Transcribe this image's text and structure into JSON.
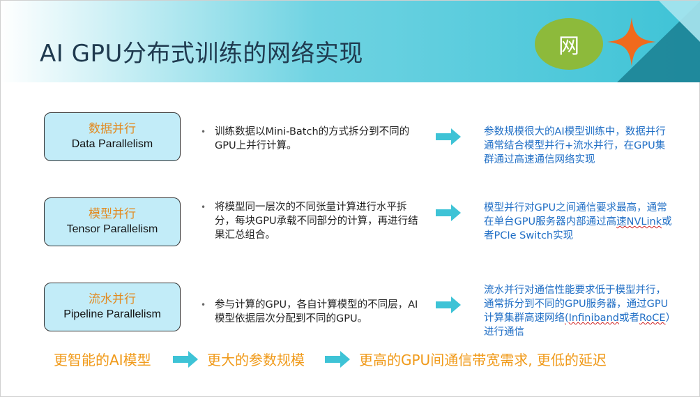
{
  "title": "AI GPU分布式训练的网络实现",
  "badge_text": "网",
  "colors": {
    "header_gradient_end": "#3ec3d6",
    "badge": "#8dba3b",
    "star": "#f06a1c",
    "pill_fill": "#c2ecf8",
    "pill_cn_text": "#e28a20",
    "note_text": "#1f6ec5",
    "bottom_text": "#f09a1a",
    "arrow": "#3ec3d6"
  },
  "rows": [
    {
      "cn": "数据并行",
      "en": "Data Parallelism",
      "desc": "训练数据以Mini-Batch的方式拆分到不同的GPU上并行计算。",
      "note": "参数规模很大的AI模型训练中，数据并行通常结合模型并行+流水并行，在GPU集群通过高速通信网络实现"
    },
    {
      "cn": "模型并行",
      "en": "Tensor Parallelism",
      "desc": "将模型同一层次的不同张量计算进行水平拆分，每块GPU承载不同部分的计算，再进行结果汇总组合。",
      "note_pre": "模型并行对GPU之间通信要求最高，通常在单台GPU服务器内部通过高",
      "note_mark1": "速NVLink",
      "note_post": "或者PCIe Switch实现"
    },
    {
      "cn": "流水并行",
      "en": "Pipeline Parallelism",
      "desc": "参与计算的GPU，各自计算模型的不同层，AI模型依据层次分配到不同的GPU。",
      "note_pre": "流水并行对通信性能要求低于模型并行，通常拆分到不同的GPU服务器，通过GPU计算集群高速网络",
      "note_mark1": "(Infiniband",
      "note_mid": "或者",
      "note_mark2": "RoCE",
      "note_post": "）进行通信"
    }
  ],
  "bottom": {
    "step1": "更智能的AI模型",
    "step2": "更大的参数规模",
    "step3": "更高的GPU间通信带宽需求, 更低的延迟"
  }
}
